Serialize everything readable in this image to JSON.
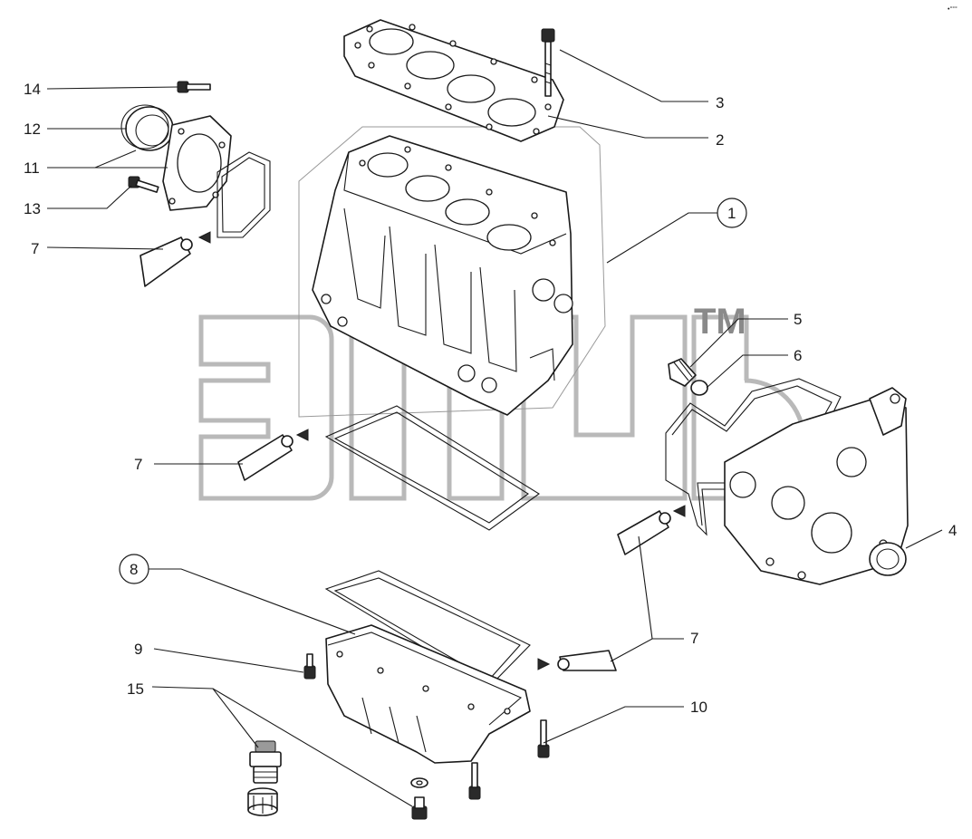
{
  "callouts": {
    "c1": "1",
    "c2": "2",
    "c3": "3",
    "c4": "4",
    "c5": "5",
    "c6": "6",
    "c7a": "7",
    "c7b": "7",
    "c7c": "7",
    "c8": "8",
    "c9": "9",
    "c10": "10",
    "c11": "11",
    "c12": "12",
    "c13": "13",
    "c14": "14",
    "c15": "15"
  },
  "watermark": {
    "tm": "TM"
  },
  "corner_mark": "•°°°"
}
